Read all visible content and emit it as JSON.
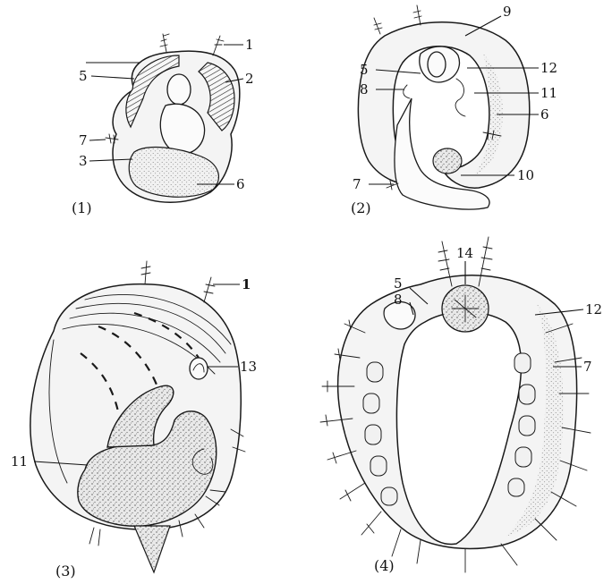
{
  "panels": [
    {
      "caption": "(1)",
      "labels": [
        "1",
        "2",
        "3",
        "5",
        "6",
        "7"
      ]
    },
    {
      "caption": "(2)",
      "labels": [
        "5",
        "6",
        "7",
        "8",
        "9",
        "10",
        "11",
        "12"
      ]
    },
    {
      "caption": "(3)",
      "labels": [
        "1",
        "11",
        "13"
      ]
    },
    {
      "caption": "(4)",
      "labels": [
        "5",
        "7",
        "8",
        "12",
        "14"
      ]
    }
  ]
}
